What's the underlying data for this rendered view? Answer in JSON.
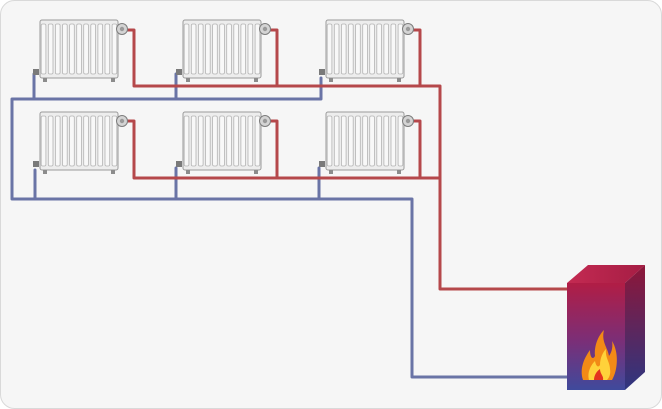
{
  "diagram": {
    "kind": "two-pipe heating system",
    "colors": {
      "background": "#f6f6f6",
      "frame": "#d9d9d9",
      "supply_pipe": "#b5484b",
      "return_pipe": "#6a74a6",
      "radiator_fill": "#ededed",
      "radiator_stroke": "#9a9a9a",
      "boiler_top": "#b11d45",
      "boiler_bottom": "#3f4a9c",
      "flame_outer": "#f28a16",
      "flame_inner": "#ffd23a"
    },
    "radiators": [
      {
        "name": "radiator-top-1",
        "row": 1,
        "col": 1
      },
      {
        "name": "radiator-top-2",
        "row": 1,
        "col": 2
      },
      {
        "name": "radiator-top-3",
        "row": 1,
        "col": 3
      },
      {
        "name": "radiator-bottom-1",
        "row": 2,
        "col": 1
      },
      {
        "name": "radiator-bottom-2",
        "row": 2,
        "col": 2
      },
      {
        "name": "radiator-bottom-3",
        "row": 2,
        "col": 3
      }
    ],
    "boiler": {
      "icon": "flame-icon"
    }
  }
}
